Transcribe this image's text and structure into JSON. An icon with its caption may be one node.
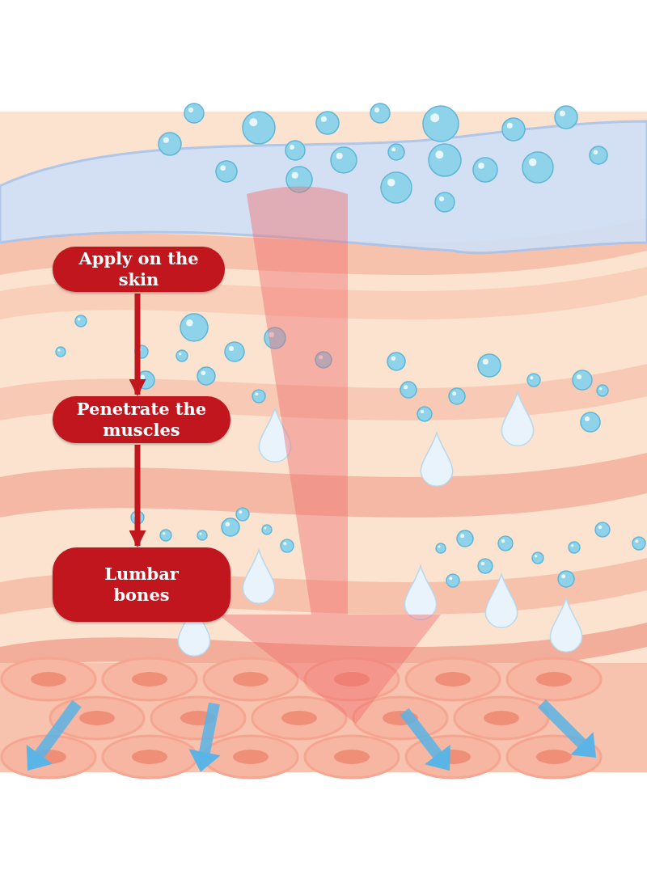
{
  "diagram": {
    "nodes": [
      {
        "text": [
          "Apply on the skin"
        ]
      },
      {
        "text": [
          "Penetrate the muscles"
        ]
      },
      {
        "text": [
          "Lumbar bones"
        ]
      }
    ],
    "edges": [
      {
        "from": 0,
        "to": 1,
        "arrow": "to"
      },
      {
        "from": 1,
        "to": 2,
        "arrow": "to"
      }
    ]
  }
}
